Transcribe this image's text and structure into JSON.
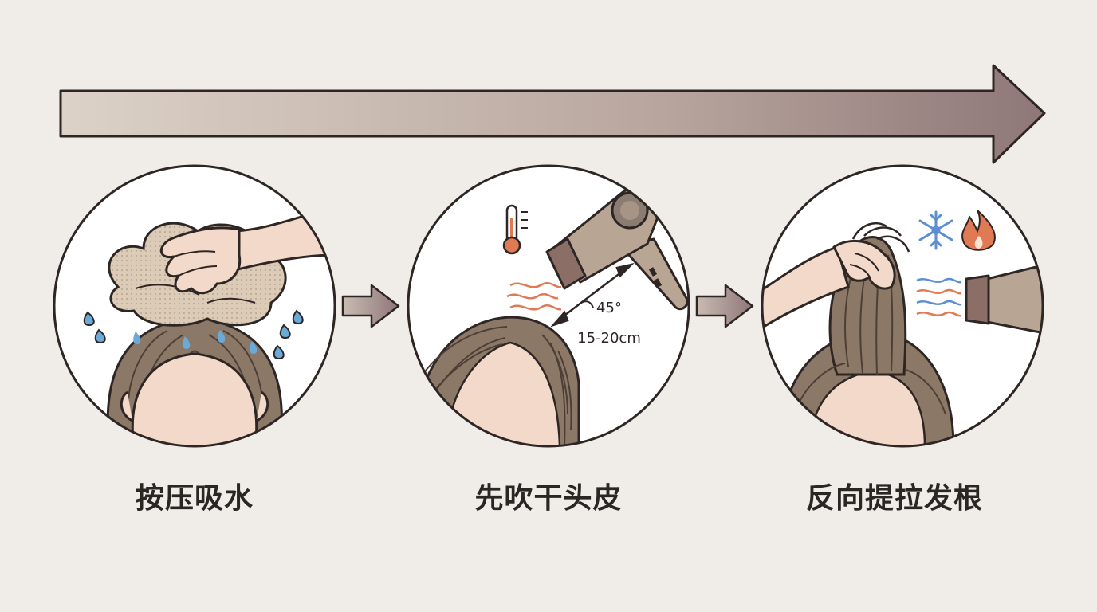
{
  "steps": [
    {
      "label": "按压吸水"
    },
    {
      "label": "先吹干头皮",
      "angle_text": "45°",
      "distance_text": "15-20cm"
    },
    {
      "label": "反向提拉发根"
    }
  ],
  "colors": {
    "background": "#f0ede8",
    "outline": "#2e2624",
    "arrow_start": "#d9cfc4",
    "arrow_end": "#8f7778",
    "hair": "#8b7867",
    "skin": "#f3d9c9",
    "towel": "#dcccb9",
    "dryer": "#b9a594",
    "water": "#6aaad8",
    "warm": "#e07a55",
    "cool": "#5d8fd0"
  },
  "icons": [
    "water-drop-icon",
    "thermometer-icon",
    "hair-dryer-icon",
    "heat-waves-icon",
    "snowflake-icon",
    "flame-icon"
  ]
}
